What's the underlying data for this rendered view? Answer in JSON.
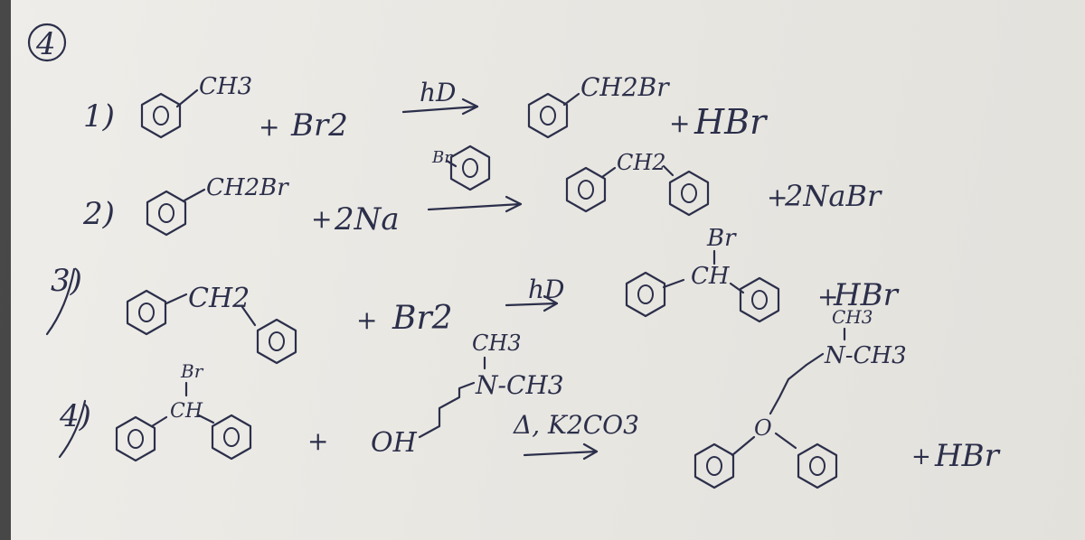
{
  "question_no": "4",
  "steps": [
    {
      "no": "1)",
      "reactant_group": "CH3",
      "plus1": "+",
      "reagent": "Br2",
      "condition": "hD",
      "product_group": "CH2Br",
      "plus2": "+",
      "byproduct": "HBr"
    },
    {
      "no": "2)",
      "reactant_group": "CH2Br",
      "plus1": "+",
      "reagent": "2Na",
      "condition_group": "Br",
      "product_group": "CH2",
      "plus2": "+",
      "byproduct": "2NaBr"
    },
    {
      "no": "3)",
      "reactant_group": "CH2",
      "plus1": "+",
      "reagent": "Br2",
      "condition": "hD",
      "product_sub": "Br",
      "product_group": "CH",
      "plus2": "+",
      "byproduct": "HBr"
    },
    {
      "no": "4)",
      "reactant_sub": "Br",
      "reactant_group": "CH",
      "plus1": "+",
      "reagent_oh": "OH",
      "reagent_top": "CH3",
      "reagent_amine": "N-CH3",
      "condition": "Δ, K2CO3",
      "product_top": "CH3",
      "product_amine": "N-CH3",
      "product_o": "O",
      "plus2": "+",
      "byproduct": "HBr"
    }
  ],
  "icons": {
    "benzene": "benzene-ring-icon",
    "arrow": "reaction-arrow-icon"
  },
  "colors": {
    "ink": "#2b2f4a",
    "paper": "#ecebe6"
  }
}
